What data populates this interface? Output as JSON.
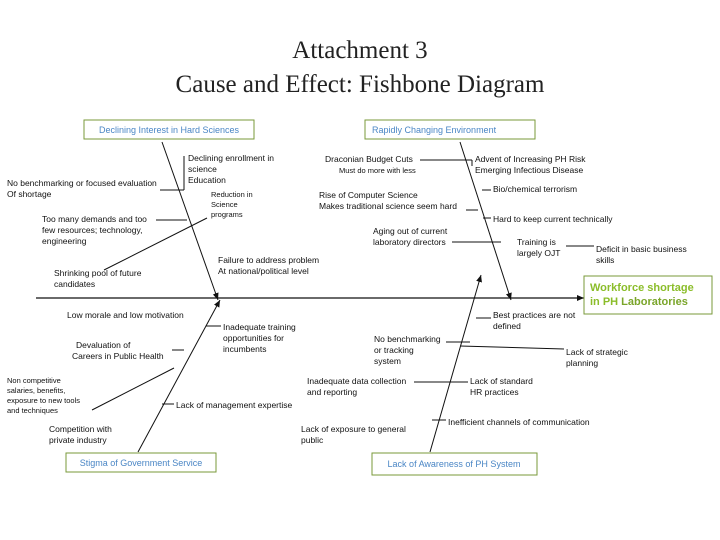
{
  "title": {
    "line1": "Attachment 3",
    "line2": "Cause and Effect: Fishbone Diagram"
  },
  "effect": {
    "line1": "Workforce shortage",
    "line2a": "in PH",
    "line2b": " Laboratories"
  },
  "categories": {
    "top_left": "Declining Interest in Hard Sciences",
    "top_right": "Rapidly Changing Environment",
    "bottom_left": "Stigma of Government Service",
    "bottom_right": "Lack of Awareness of PH System"
  },
  "causes": {
    "tl_declining_enrollment": [
      "Declining enrollment in",
      "science",
      "Education"
    ],
    "tl_reduction": [
      "Reduction in",
      "Science",
      "programs"
    ],
    "tl_no_benchmarking": [
      "No benchmarking or focused evaluation",
      "Of shortage"
    ],
    "tl_too_many_demands": [
      "Too many demands and too",
      "few resources; technology,",
      "engineering"
    ],
    "tl_shrinking_pool": [
      "Shrinking pool of future",
      "candidates"
    ],
    "tl_failure": [
      "Failure to address problem",
      "At national/political level"
    ],
    "tr_draconian": [
      "Draconian Budget Cuts"
    ],
    "tr_must_do_more": [
      "Must do more with less"
    ],
    "tr_advent": [
      "Advent of Increasing PH Risk",
      "Emerging Infectious Disease"
    ],
    "tr_bioterrorism": [
      "Bio/chemical terrorism"
    ],
    "tr_rise": [
      "Rise of Computer Science",
      "Makes traditional science seem hard"
    ],
    "tr_hard_to_keep": [
      "Hard to keep current technically"
    ],
    "tr_aging": [
      "Aging out of current",
      "laboratory directors"
    ],
    "tr_training": [
      "Training is",
      "largely OJT"
    ],
    "tr_deficit": [
      "Deficit in basic business",
      "skills"
    ],
    "bl_low_morale": [
      "Low morale and low motivation"
    ],
    "bl_inadequate_training": [
      "Inadequate training",
      "opportunities for",
      "incumbents"
    ],
    "bl_devaluation": [
      "Devaluation of",
      "Careers in Public Health"
    ],
    "bl_non_competitive": [
      "Non competitive",
      "salaries, benefits,",
      "exposure to new tools",
      "and techniques"
    ],
    "bl_mgmt": [
      "Lack of management expertise"
    ],
    "bl_competition": [
      "Competition with",
      "private industry"
    ],
    "br_best_practices": [
      "Best practices are not",
      "defined"
    ],
    "br_no_benchmarking": [
      "No benchmarking",
      "or tracking",
      "system"
    ],
    "br_strategic": [
      "Lack of strategic",
      "planning"
    ],
    "br_inadequate_data": [
      "Inadequate data collection",
      "and reporting"
    ],
    "br_hr": [
      "Lack of standard",
      "HR practices"
    ],
    "br_inefficient": [
      "Inefficient channels of communication"
    ],
    "br_exposure": [
      "Lack of exposure to general",
      "public"
    ]
  }
}
